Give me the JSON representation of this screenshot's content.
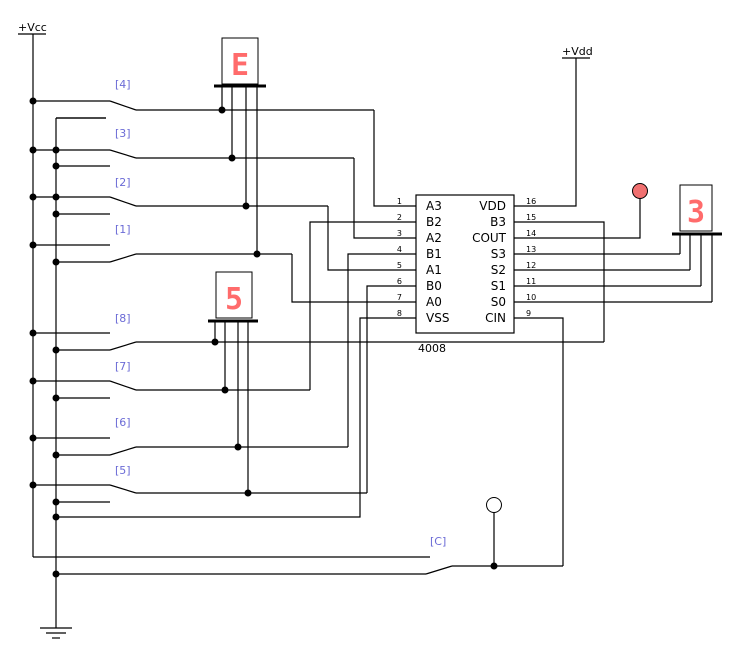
{
  "supplies": {
    "vcc": "+Vcc",
    "vdd": "+Vdd"
  },
  "chip": {
    "part": "4008",
    "left_pins": [
      {
        "num": "1",
        "name": "A3"
      },
      {
        "num": "2",
        "name": "B2"
      },
      {
        "num": "3",
        "name": "A2"
      },
      {
        "num": "4",
        "name": "B1"
      },
      {
        "num": "5",
        "name": "A1"
      },
      {
        "num": "6",
        "name": "B0"
      },
      {
        "num": "7",
        "name": "A0"
      },
      {
        "num": "8",
        "name": "VSS"
      }
    ],
    "right_pins": [
      {
        "num": "16",
        "name": "VDD"
      },
      {
        "num": "15",
        "name": "B3"
      },
      {
        "num": "14",
        "name": "COUT"
      },
      {
        "num": "13",
        "name": "S3"
      },
      {
        "num": "12",
        "name": "S2"
      },
      {
        "num": "11",
        "name": "S1"
      },
      {
        "num": "10",
        "name": "S0"
      },
      {
        "num": "9",
        "name": "CIN"
      }
    ]
  },
  "switches": [
    "[4]",
    "[3]",
    "[2]",
    "[1]",
    "[8]",
    "[7]",
    "[6]",
    "[5]",
    "[C]"
  ],
  "displays": {
    "a": "E",
    "b": "5",
    "sum": "3"
  },
  "indicators": {
    "carry_out": "#f07070",
    "carry_in": "#ffffff"
  }
}
